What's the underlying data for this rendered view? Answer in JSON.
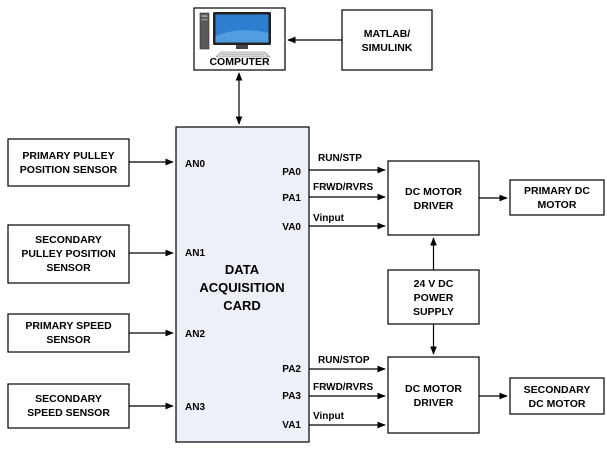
{
  "blocks": {
    "computer": {
      "lines": [
        "COMPUTER"
      ]
    },
    "matlab": {
      "lines": [
        "MATLAB/",
        "SIMULINK"
      ]
    },
    "daq": {
      "lines": [
        "DATA",
        "ACQUISITION",
        "CARD"
      ]
    },
    "primary_pulley": {
      "lines": [
        "PRIMARY PULLEY",
        "POSITION SENSOR"
      ]
    },
    "secondary_pulley": {
      "lines": [
        "SECONDARY",
        "PULLEY POSITION",
        "SENSOR"
      ]
    },
    "primary_speed": {
      "lines": [
        "PRIMARY SPEED",
        "SENSOR"
      ]
    },
    "secondary_speed": {
      "lines": [
        "SECONDARY",
        "SPEED SENSOR"
      ]
    },
    "driver_1": {
      "lines": [
        "DC MOTOR",
        "DRIVER"
      ]
    },
    "driver_2": {
      "lines": [
        "DC MOTOR",
        "DRIVER"
      ]
    },
    "power": {
      "lines": [
        "24 V DC",
        "POWER",
        "SUPPLY"
      ]
    },
    "motor_1": {
      "lines": [
        "PRIMARY DC",
        "MOTOR"
      ]
    },
    "motor_2": {
      "lines": [
        "SECONDARY",
        "DC MOTOR"
      ]
    }
  },
  "ports": {
    "an0": "AN0",
    "an1": "AN1",
    "an2": "AN2",
    "an3": "AN3",
    "pa0": "PA0",
    "pa1": "PA1",
    "va0": "VA0",
    "pa2": "PA2",
    "pa3": "PA3",
    "va1": "VA1"
  },
  "signals": {
    "run_stp": "RUN/STP",
    "frwd_rvrs_1": "FRWD/RVRS",
    "vinput_1": "Vinput",
    "run_stop": "RUN/STOP",
    "frwd_rvrs_2": "FRWD/RVRS",
    "vinput_2": "Vinput"
  },
  "colors": {
    "monitor_screen": "#2f7fd1",
    "daq_fill": "#eef0f8",
    "line": "#000000"
  },
  "icons": {
    "computer": "desktop-computer-icon"
  }
}
